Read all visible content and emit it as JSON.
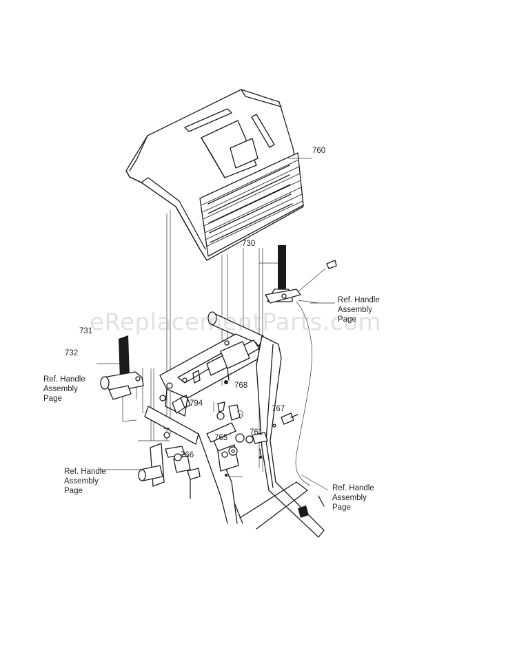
{
  "diagram": {
    "part_labels": {
      "p760": "760",
      "p730": "730",
      "p731": "731",
      "p732": "732",
      "p768": "768",
      "p794": "794",
      "p767": "767",
      "p765": "765",
      "p761": "761",
      "p766": "766"
    },
    "references": {
      "ref_top_right": {
        "line1": "Ref. Handle",
        "line2": "Assembly",
        "line3": "Page"
      },
      "ref_mid_left": {
        "line1": "Ref. Handle",
        "line2": "Assembly",
        "line3": "Page"
      },
      "ref_low_left": {
        "line1": "Ref. Handle",
        "line2": "Assembly",
        "line3": "Page"
      },
      "ref_low_right": {
        "line1": "Ref. Handle",
        "line2": "Assembly",
        "line3": "Page"
      }
    },
    "watermark": "eReplacementParts.com"
  }
}
